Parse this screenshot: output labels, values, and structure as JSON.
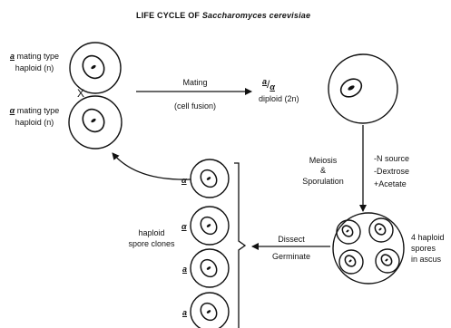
{
  "title": {
    "prefix": "LIFE CYCLE OF",
    "species": "Saccharomyces cerevisiae"
  },
  "haploid_a": {
    "mating_letter": "a",
    "line1": "mating type",
    "line2": "haploid (n)"
  },
  "haploid_alpha": {
    "mating_letter": "α",
    "line1": "mating type",
    "line2": "haploid (n)"
  },
  "cross_symbol": "X",
  "mating_arrow": {
    "label1": "Mating",
    "label2": "(cell fusion)"
  },
  "diploid": {
    "top": "a",
    "slash": "/",
    "bottom": "α",
    "label": "diploid (2n)"
  },
  "meiosis_label": [
    "Meiosis",
    "&",
    "Sporulation"
  ],
  "conditions": [
    "-N source",
    "-Dextrose",
    "+Acetate"
  ],
  "ascus_label": [
    "4 haploid",
    "spores",
    "in ascus"
  ],
  "dissect_label": [
    "Dissect",
    "Germinate"
  ],
  "spore_clones": {
    "label": [
      "haploid",
      "spore clones"
    ],
    "letters": [
      "α",
      "α",
      "a",
      "a"
    ]
  },
  "colors": {
    "ink": "#111111",
    "background": "#ffffff"
  }
}
